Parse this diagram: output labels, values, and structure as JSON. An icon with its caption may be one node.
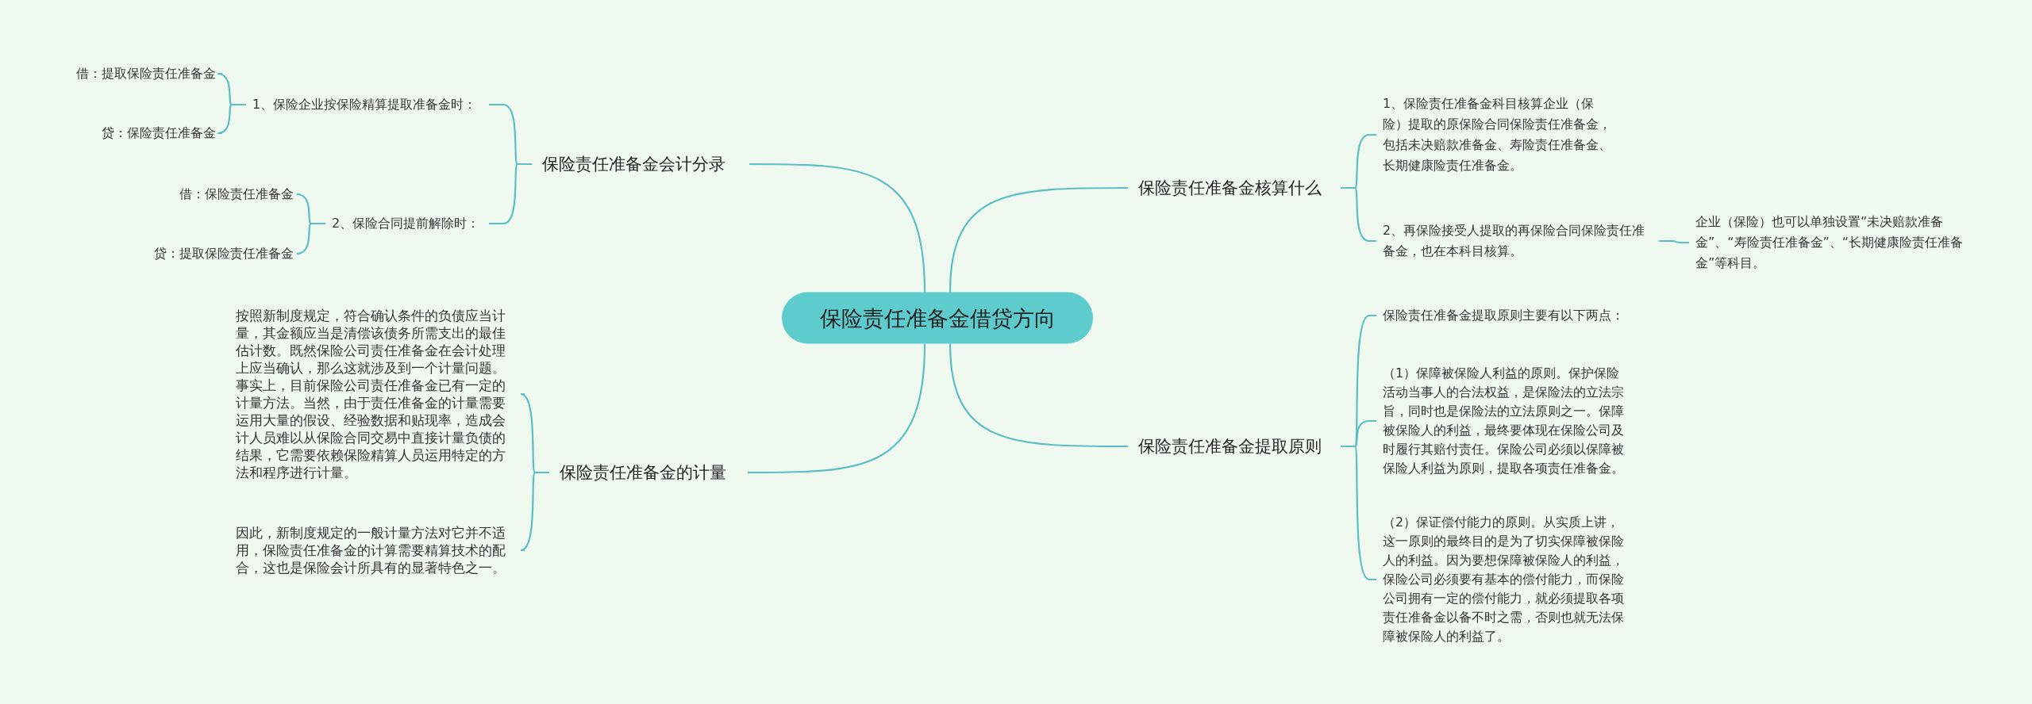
{
  "diagram": {
    "nodes": [
      {
        "text": [
          "保险责任准备金借贷方向"
        ]
      },
      {
        "text": [
          "保险责任准备金会计分录"
        ]
      },
      {
        "text": [
          "1、保险企业按保险精算提取准备金时："
        ]
      },
      {
        "text": [
          "借：提取保险责任准备金"
        ]
      },
      {
        "text": [
          "贷：保险责任准备金"
        ]
      },
      {
        "text": [
          "2、保险合同提前解除时："
        ]
      },
      {
        "text": [
          "借：保险责任准备金"
        ]
      },
      {
        "text": [
          "贷：提取保险责任准备金"
        ]
      },
      {
        "text": [
          "保险责任准备金的计量"
        ]
      },
      {
        "text": [
          "按照新制度规定，符合确认条件的负债应当计量，其金额应当是清偿该债务所需支出的最佳估计数。既然保险公司责任准备金在会计处理上应当确认，那么这就涉及到一个计量问题。事实上，目前保险公司责任准备金已有一定的计量方法。当然，由于责任准备金的计量需要运用大量的假设、经验数据和贴现率，造成会计人员难以从保险合同交易中直接计量负债的结果，它需要依赖保险精算人员运用特定的方法和程序进行计量。"
        ]
      },
      {
        "text": [
          "因此，新制度规定的一般计量方法对它并不适用，保险责任准备金的计算需要精算技术的配合，这也是保险会计所具有的显著特色之一。"
        ]
      },
      {
        "text": [
          "保险责任准备金核算什么"
        ]
      },
      {
        "text": [
          "1、保险责任准备金科目核算企业（保险）提取的原保险合同保险责任准备金，包括未决赔款准备金、寿险责任准备金、长期健康险责任准备金。"
        ]
      },
      {
        "text": [
          "2、再保险接受人提取的再保险合同保险责任准备金，也在本科目核算。"
        ]
      },
      {
        "text": [
          "企业（保险）也可以单独设置“未决赔款准备金”、“寿险责任准备金”、“长期健康险责任准备金”等科目。"
        ]
      },
      {
        "text": [
          "保险责任准备金提取原则"
        ]
      },
      {
        "text": [
          "保险责任准备金提取原则主要有以下两点："
        ]
      },
      {
        "text": [
          "（1）保障被保险人利益的原则。保护保险活动当事人的合法权益，是保险法的立法宗旨，同时也是保险法的立法原则之一。保障被保险人的利益，最终要体现在保险公司及时履行其赔付责任。保险公司必须以保障被保险人利益为原则，提取各项责任准备金。"
        ]
      },
      {
        "text": [
          "（2）保证偿付能力的原则。从实质上讲，这一原则的最终目的是为了切实保障被保险人的利益。因为要想保障被保险人的利益，保险公司必须要有基本的偿付能力，而保险公司拥有一定的偿付能力，就必须提取各项责任准备金以备不时之需，否则也就无法保障被保险人的利益了。"
        ]
      }
    ],
    "edges": [
      {
        "from": 0,
        "to": 1,
        "arrow": "none"
      },
      {
        "from": 1,
        "to": 2,
        "arrow": "none"
      },
      {
        "from": 2,
        "to": 3,
        "arrow": "none"
      },
      {
        "from": 2,
        "to": 4,
        "arrow": "none"
      },
      {
        "from": 1,
        "to": 5,
        "arrow": "none"
      },
      {
        "from": 5,
        "to": 6,
        "arrow": "none"
      },
      {
        "from": 5,
        "to": 7,
        "arrow": "none"
      },
      {
        "from": 0,
        "to": 8,
        "arrow": "none"
      },
      {
        "from": 8,
        "to": 9,
        "arrow": "none"
      },
      {
        "from": 8,
        "to": 10,
        "arrow": "none"
      },
      {
        "from": 0,
        "to": 11,
        "arrow": "none"
      },
      {
        "from": 11,
        "to": 12,
        "arrow": "none"
      },
      {
        "from": 11,
        "to": 13,
        "arrow": "none"
      },
      {
        "from": 13,
        "to": 14,
        "arrow": "none"
      },
      {
        "from": 0,
        "to": 15,
        "arrow": "none"
      },
      {
        "from": 15,
        "to": 16,
        "arrow": "none"
      },
      {
        "from": 15,
        "to": 17,
        "arrow": "none"
      },
      {
        "from": 15,
        "to": 18,
        "arrow": "none"
      }
    ]
  }
}
